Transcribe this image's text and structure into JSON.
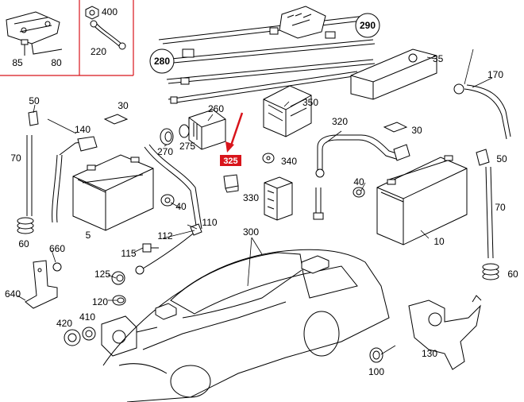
{
  "diagram": {
    "accent_color": "#d8141b",
    "callouts": {
      "c400": "400",
      "c85": "85",
      "c80": "80",
      "c220": "220",
      "c280": "280",
      "c290": "290",
      "c35": "35",
      "c170": "170",
      "c50a": "50",
      "c30a": "30",
      "c260": "260",
      "c350": "350",
      "c140": "140",
      "c270": "270",
      "c275": "275",
      "c320": "320",
      "c30b": "30",
      "c50b": "50",
      "c70a": "70",
      "c340": "340",
      "c40a": "40",
      "c330": "330",
      "c40b": "40",
      "c70b": "70",
      "c5": "5",
      "c110": "110",
      "c112": "112",
      "c300": "300",
      "c10": "10",
      "c115": "115",
      "c660": "660",
      "c60a": "60",
      "c125": "125",
      "c60b": "60",
      "c640": "640",
      "c120": "120",
      "c420": "420",
      "c410": "410",
      "c130": "130",
      "c100": "100"
    },
    "highlight_label": "325"
  }
}
